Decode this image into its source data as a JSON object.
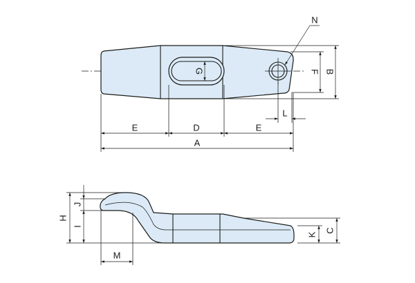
{
  "labels": {
    "A": "A",
    "B": "B",
    "C": "C",
    "D": "D",
    "E_left": "E",
    "E_right": "E",
    "F": "F",
    "G": "G",
    "H": "H",
    "I": "I",
    "J": "J",
    "K": "K",
    "L": "L",
    "M": "M",
    "N": "N"
  },
  "colors": {
    "part_fill": "#dbeaf6",
    "line": "#1a1a1a",
    "background": "#ffffff"
  }
}
